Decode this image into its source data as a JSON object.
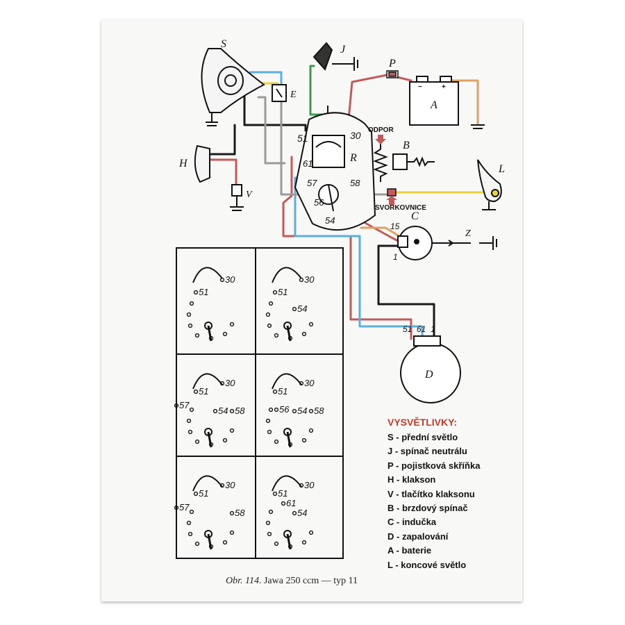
{
  "components": {
    "S": "S",
    "J": "J",
    "P": "P",
    "A": "A",
    "E": "E",
    "R": "R",
    "B": "B",
    "H": "H",
    "V": "V",
    "L": "L",
    "C": "C",
    "Z": "Z",
    "D": "D"
  },
  "regulator_terminals": [
    "51",
    "30",
    "61",
    "57",
    "58",
    "56",
    "54"
  ],
  "side_labels": {
    "odpor": "ODPOR",
    "svorkovnice": "SVORKOVNICE"
  },
  "coil_terminals": {
    "t15": "15",
    "t1": "1"
  },
  "distributor_terminals": {
    "t51": "51",
    "t61": "61",
    "t1": "1"
  },
  "battery_signs": {
    "minus": "−",
    "plus": "+"
  },
  "switch_positions": [
    {
      "labels": [
        "51",
        "30"
      ]
    },
    {
      "labels": [
        "51",
        "30",
        "54"
      ]
    },
    {
      "labels": [
        "51",
        "30",
        "57",
        "54",
        "58"
      ]
    },
    {
      "labels": [
        "51",
        "30",
        "56",
        "54",
        "58"
      ]
    },
    {
      "labels": [
        "51",
        "30",
        "57",
        "58"
      ]
    },
    {
      "labels": [
        "51",
        "30",
        "61",
        "54"
      ]
    }
  ],
  "legend": {
    "title": "VYSVĚTLIVKY:",
    "items": [
      "S - přední světlo",
      "J - spínač neutrálu",
      "P - pojistková skříňka",
      "H - klakson",
      "V - tlačítko klaksonu",
      "B - brzdový spínač",
      "C - indučka",
      "D - zapalování",
      "A - baterie",
      "L - koncové světlo"
    ]
  },
  "caption": {
    "figure": "Obr. 114.",
    "text": "Jawa 250 ccm — typ 11"
  },
  "colors": {
    "black": "#1a1a1a",
    "red": "#c25a5a",
    "blue": "#5aaee0",
    "yellow": "#e8d23a",
    "green": "#3a9a4a",
    "grey": "#9a9a9a",
    "orange": "#e0a060",
    "accent": "#c0392b"
  }
}
